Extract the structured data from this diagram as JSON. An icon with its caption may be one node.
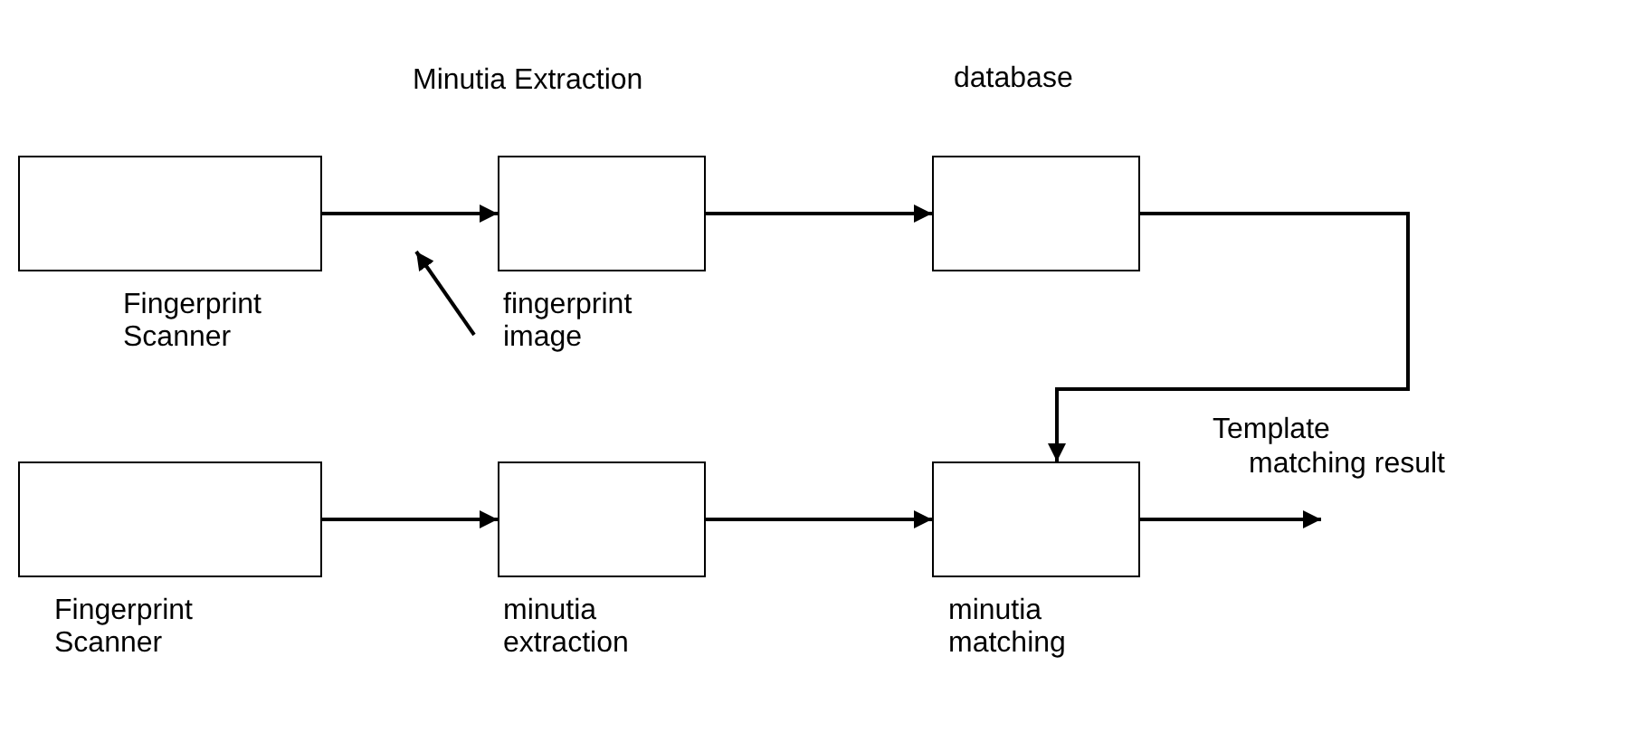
{
  "diagram": {
    "nodes": [
      {
        "text": [],
        "shape": "box",
        "beside": [
          "Fingerprint Scanner"
        ]
      },
      {
        "text": [],
        "shape": "box",
        "beside": [
          "Minutia Extraction"
        ]
      },
      {
        "text": [],
        "shape": "box",
        "beside": [
          "database"
        ]
      },
      {
        "text": [],
        "shape": "box",
        "beside": [
          "Fingerprint Scanner"
        ]
      },
      {
        "text": [],
        "shape": "box",
        "beside": [
          "minutia extraction"
        ]
      },
      {
        "text": [],
        "shape": "box",
        "beside": [
          "minutia matching"
        ]
      },
      {
        "text": [
          "fingerprint image"
        ]
      }
    ],
    "edges": [
      {
        "from": 0,
        "to": 1,
        "arrow": "to"
      },
      {
        "from": 1,
        "to": 2,
        "arrow": "to"
      },
      {
        "from": 2,
        "to": 5,
        "arrow": "to",
        "label": "Template"
      },
      {
        "from": 3,
        "to": 4,
        "arrow": "to"
      },
      {
        "from": 4,
        "to": 5,
        "arrow": "to"
      },
      {
        "from": 5,
        "to": null,
        "arrow": "to",
        "label": "matching result"
      },
      {
        "from": 6,
        "to": null,
        "arrow": "to"
      }
    ]
  }
}
